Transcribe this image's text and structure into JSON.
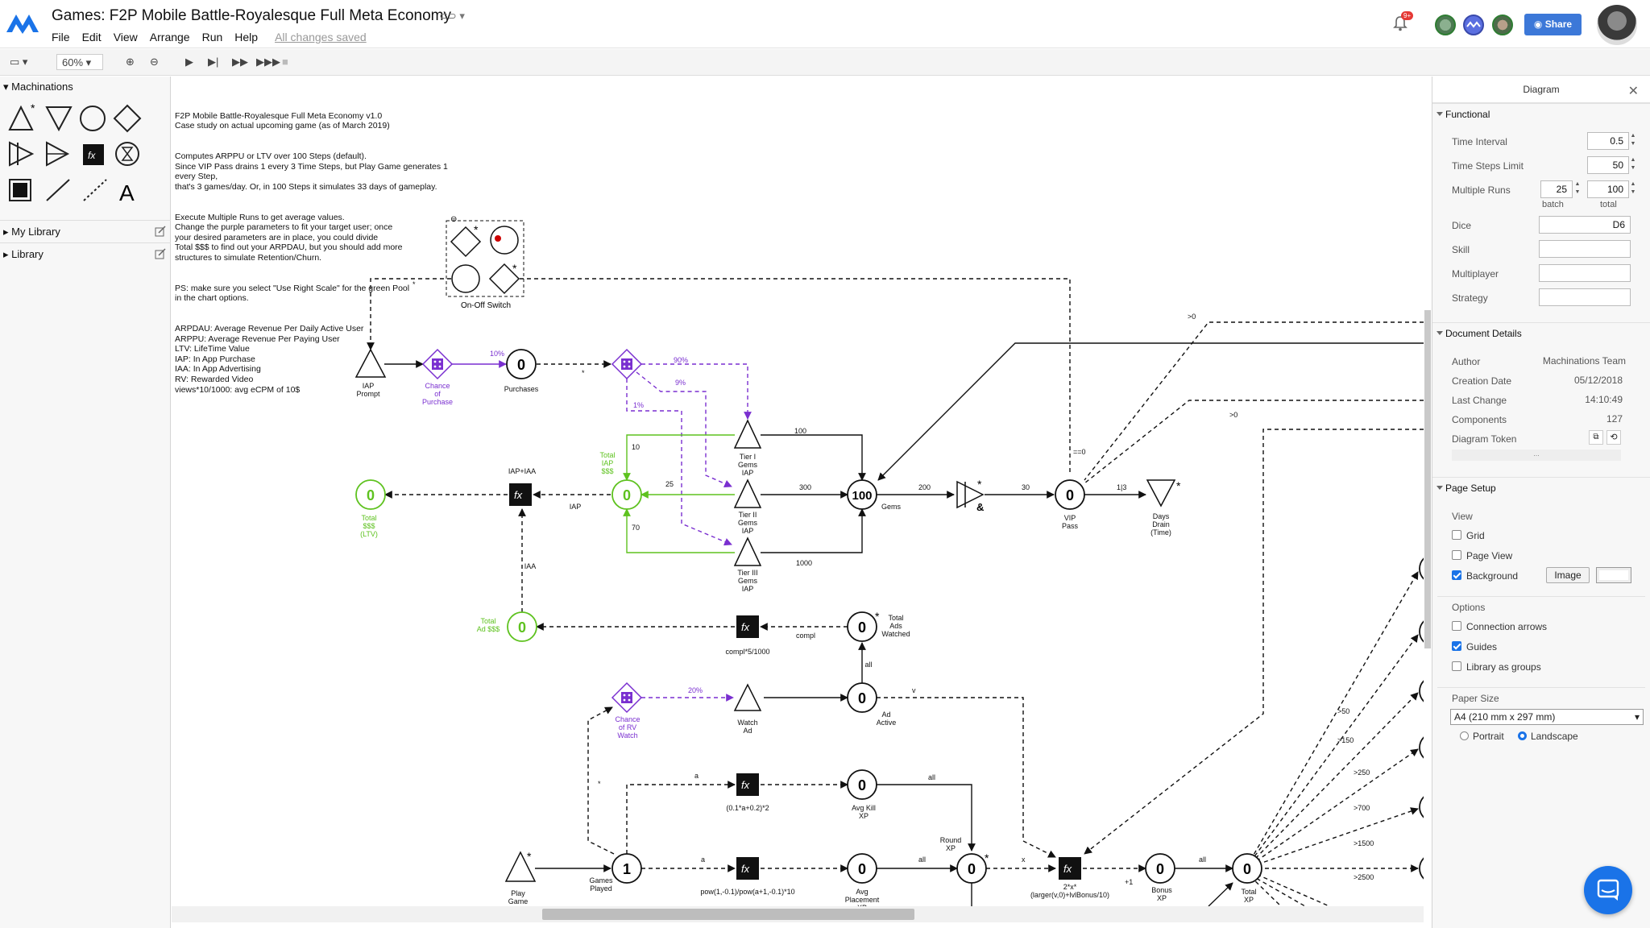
{
  "header": {
    "title": "Games: F2P Mobile Battle-Royalesque Full Meta Economy",
    "notification_count": "9+",
    "share_label": "Share",
    "menu": [
      "File",
      "Edit",
      "View",
      "Arrange",
      "Run",
      "Help"
    ],
    "save_status": "All changes saved"
  },
  "toolbar": {
    "zoom": "60%"
  },
  "left_panel": {
    "section_title": "Machinations",
    "my_library": "My Library",
    "library": "Library",
    "shapes": [
      "source-icon",
      "drain-icon",
      "pool-icon",
      "gate-icon",
      "converter-icon",
      "trader-icon",
      "register-icon",
      "delay-icon",
      "end-condition-icon",
      "resource-connection-icon",
      "state-connection-icon",
      "text-icon"
    ],
    "register_label": "fx",
    "text_label": "A"
  },
  "intro": {
    "paragraphs": [
      "F2P Mobile Battle-Royalesque Full Meta Economy v1.0\nCase study on actual upcoming game (as of March 2019)",
      "Computes ARPPU or LTV over 100 Steps (default).\nSince VIP Pass drains 1 every 3 Time Steps, but Play Game generates 1 every Step,\nthat's 3 games/day. Or, in 100 Steps it simulates 33 days of gameplay.",
      "Execute Multiple Runs to get average values.\nChange the purple parameters to fit your target user; once\nyour desired parameters are in place, you could divide\nTotal $$$ to find out your ARPDAU, but you should add more\nstructures to simulate Retention/Churn.",
      "PS: make sure you select \"Use Right Scale\" for the green Pool\nin the chart options.",
      "ARPDAU: Average Revenue Per Daily Active User\nARPPU: Average Revenue Per Paying User\nLTV: LifeTime Value\nIAP: In App Purchase\nIAA: In App Advertising\nRV: Rewarded Video\nviews*10/1000: avg eCPM of 10$"
    ]
  },
  "diagram": {
    "colors": {
      "black": "#111111",
      "green": "#5ec21f",
      "purple": "#7a2fd0"
    },
    "labels": {
      "onoff": "On-Off Switch",
      "iap_prompt": "IAP\nPrompt",
      "chance_purchase": "Chance\nof\nPurchase",
      "purchases": "Purchases",
      "purchases_val": "0",
      "tier1": "Tier I\nGems\nIAP",
      "tier2": "Tier II\nGems\nIAP",
      "tier3": "Tier III\nGems\nIAP",
      "gems": "Gems",
      "gems_val": "100",
      "vip": "VIP\nPass",
      "vip_val": "0",
      "days_drain": "Days\nDrain\n(Time)",
      "total_iap": "Total\nIAP\n$$$",
      "total_iap_val": "0",
      "total_ltv": "Total\n$$$\n(LTV)",
      "total_ltv_val": "0",
      "iap_iaa": "IAP+IAA",
      "iap": "IAP",
      "iaa": "IAA",
      "total_ad": "Total\nAd $$$",
      "total_ad_val": "0",
      "ads_formula": "compl*5/1000",
      "compl": "compl",
      "total_ads_watched": "Total\nAds\nWatched",
      "total_ads_watched_val": "0",
      "all": "all",
      "watch_ad": "Watch\nAd",
      "ad_active": "Ad\nActive",
      "ad_active_val": "0",
      "chance_rv": "Chance\nof RV\nWatch",
      "avg_kill_formula": "(0.1*a+0.2)*2",
      "avg_kill": "Avg Kill\nXP",
      "avg_kill_val": "0",
      "play_game": "Play\nGame",
      "games_played": "Games\nPlayed",
      "games_played_val": "1",
      "placement_formula": "pow(1,-0.1)/pow(a+1,-0.1)*10",
      "avg_placement": "Avg\nPlacement\nXP",
      "avg_placement_val": "0",
      "round_xp": "Round\nXP",
      "round_xp_val": "0",
      "bonus_formula": "2*x*\n(larger(v,0)+lvlBonus/10)",
      "bonus_xp": "Bonus\nXP",
      "bonus_xp_val": "0",
      "total_xp": "Total\nXP",
      "total_xp_val": "0",
      "fx": "fx",
      "f_10pct": "10%",
      "f_90pct": "90%",
      "f_9pct": "9%",
      "f_1pct": "1%",
      "f_20pct": "20%",
      "f_100": "100",
      "f_300": "300",
      "f_1000": "1000",
      "f_200": "200",
      "f_30": "30",
      "f_1_3": "1|3",
      "f_10": "10",
      "f_25": "25",
      "f_70": "70",
      "f_eq0": "==0",
      "f_gt0a": ">0",
      "f_gt0b": ">0",
      "f_v": "v",
      "f_a1": "a",
      "f_a2": "a",
      "f_x": "x",
      "f_plus1": "+1",
      "f_all2": "all",
      "f_all3": "all",
      "f_all4": "all",
      "f_star": "*",
      "f_amp": "&",
      "f_gt50": ">50",
      "f_gt150": ">150",
      "f_gt250": ">250",
      "f_gt700": ">700",
      "f_gt1500": ">1500",
      "f_gt2500": ">2500"
    }
  },
  "right_panel": {
    "title": "Diagram",
    "functional": {
      "title": "Functional",
      "time_interval_label": "Time Interval",
      "time_interval": "0.5",
      "time_steps_label": "Time Steps Limit",
      "time_steps": "50",
      "multiple_runs_label": "Multiple Runs",
      "batch": "25",
      "total": "100",
      "batch_label": "batch",
      "total_label": "total",
      "dice_label": "Dice",
      "dice": "D6",
      "skill_label": "Skill",
      "multiplayer_label": "Multiplayer",
      "strategy_label": "Strategy"
    },
    "document": {
      "title": "Document Details",
      "author_label": "Author",
      "author": "Machinations Team",
      "creation_label": "Creation Date",
      "creation": "05/12/2018",
      "last_change_label": "Last Change",
      "last_change": "14:10:49",
      "components_label": "Components",
      "components": "127",
      "token_label": "Diagram Token",
      "token_value": "..."
    },
    "page_setup": {
      "title": "Page Setup",
      "view_label": "View",
      "grid": "Grid",
      "page_view": "Page View",
      "background": "Background",
      "image_btn": "Image",
      "options_label": "Options",
      "connection_arrows": "Connection arrows",
      "guides": "Guides",
      "library_groups": "Library as groups",
      "paper_size_label": "Paper Size",
      "paper_size": "A4 (210 mm x 297 mm)",
      "portrait": "Portrait",
      "landscape": "Landscape"
    }
  }
}
